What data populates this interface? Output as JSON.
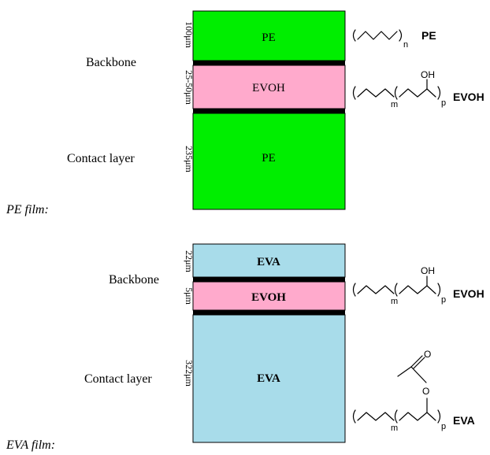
{
  "pe_film": {
    "caption": "PE film:",
    "side_labels": {
      "backbone": "Backbone",
      "contact": "Contact layer"
    },
    "layers": [
      {
        "label": "PE",
        "thickness": "100μm",
        "color": "#00ee00"
      },
      {
        "label": "EVOH",
        "thickness": "25-50μm",
        "color": "#ffaacc"
      },
      {
        "label": "PE",
        "thickness": "235μm",
        "color": "#00ee00"
      }
    ],
    "structures": {
      "pe": {
        "name": "PE",
        "subscript": "n"
      },
      "evoh": {
        "name": "EVOH",
        "sub_m": "m",
        "sub_p": "p",
        "group": "OH"
      }
    }
  },
  "eva_film": {
    "caption": "EVA film:",
    "side_labels": {
      "backbone": "Backbone",
      "contact": "Contact layer"
    },
    "layers": [
      {
        "label": "EVA",
        "thickness": "22μm",
        "color": "#a8dcea"
      },
      {
        "label": "EVOH",
        "thickness": "5μm",
        "color": "#ffaacc"
      },
      {
        "label": "EVA",
        "thickness": "322μm",
        "color": "#a8dcea"
      }
    ],
    "structures": {
      "evoh": {
        "name": "EVOH",
        "sub_m": "m",
        "sub_p": "p",
        "group": "OH"
      },
      "eva": {
        "name": "EVA",
        "sub_m": "m",
        "sub_p": "p",
        "group_o1": "O",
        "group_o2": "O"
      }
    }
  }
}
